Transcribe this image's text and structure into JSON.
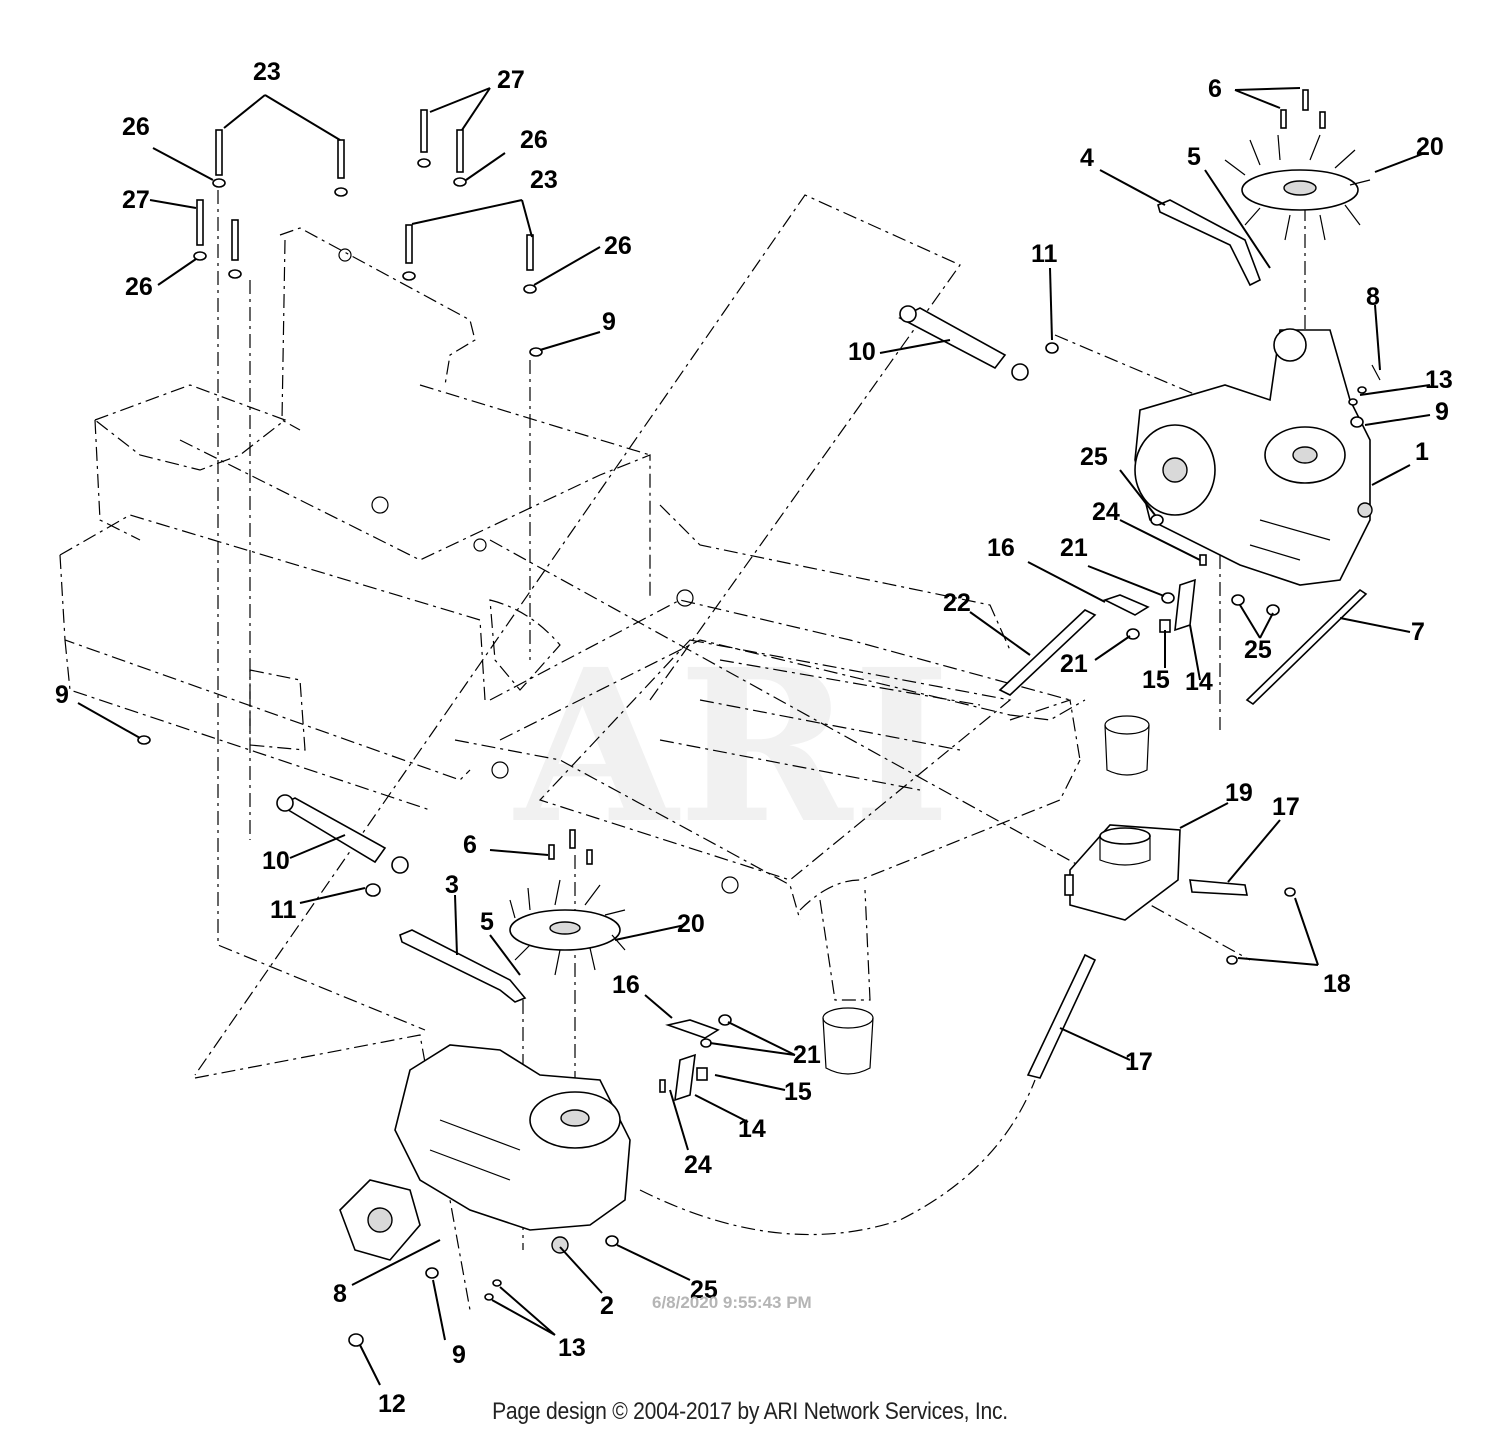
{
  "diagram": {
    "watermark": "ARI",
    "timestamp": "6/8/2020 9:55:43 PM",
    "callouts": [
      {
        "id": "c23a",
        "text": "23"
      },
      {
        "id": "c26a",
        "text": "26"
      },
      {
        "id": "c27a",
        "text": "27"
      },
      {
        "id": "c26b",
        "text": "26"
      },
      {
        "id": "c27b",
        "text": "27"
      },
      {
        "id": "c26c",
        "text": "26"
      },
      {
        "id": "c23b",
        "text": "23"
      },
      {
        "id": "c26d",
        "text": "26"
      },
      {
        "id": "c9a",
        "text": "9"
      },
      {
        "id": "c6a",
        "text": "6"
      },
      {
        "id": "c20a",
        "text": "20"
      },
      {
        "id": "c4",
        "text": "4"
      },
      {
        "id": "c5a",
        "text": "5"
      },
      {
        "id": "c11a",
        "text": "11"
      },
      {
        "id": "c10a",
        "text": "10"
      },
      {
        "id": "c8a",
        "text": "8"
      },
      {
        "id": "c13a",
        "text": "13"
      },
      {
        "id": "c9b",
        "text": "9"
      },
      {
        "id": "c1",
        "text": "1"
      },
      {
        "id": "c25a",
        "text": "25"
      },
      {
        "id": "c24a",
        "text": "24"
      },
      {
        "id": "c16a",
        "text": "16"
      },
      {
        "id": "c21a",
        "text": "21"
      },
      {
        "id": "c22",
        "text": "22"
      },
      {
        "id": "c21b",
        "text": "21"
      },
      {
        "id": "c15a",
        "text": "15"
      },
      {
        "id": "c14a",
        "text": "14"
      },
      {
        "id": "c25b",
        "text": "25"
      },
      {
        "id": "c7",
        "text": "7"
      },
      {
        "id": "c9c",
        "text": "9"
      },
      {
        "id": "c19",
        "text": "19"
      },
      {
        "id": "c17a",
        "text": "17"
      },
      {
        "id": "c18",
        "text": "18"
      },
      {
        "id": "c6b",
        "text": "6"
      },
      {
        "id": "c10b",
        "text": "10"
      },
      {
        "id": "c11b",
        "text": "11"
      },
      {
        "id": "c3",
        "text": "3"
      },
      {
        "id": "c5b",
        "text": "5"
      },
      {
        "id": "c20b",
        "text": "20"
      },
      {
        "id": "c16b",
        "text": "16"
      },
      {
        "id": "c21c",
        "text": "21"
      },
      {
        "id": "c15b",
        "text": "15"
      },
      {
        "id": "c14b",
        "text": "14"
      },
      {
        "id": "c24b",
        "text": "24"
      },
      {
        "id": "c17b",
        "text": "17"
      },
      {
        "id": "c8b",
        "text": "8"
      },
      {
        "id": "c25c",
        "text": "25"
      },
      {
        "id": "c2",
        "text": "2"
      },
      {
        "id": "c9d",
        "text": "9"
      },
      {
        "id": "c13b",
        "text": "13"
      },
      {
        "id": "c12",
        "text": "12"
      }
    ]
  },
  "footer": {
    "copyright": "Page design © 2004-2017 by ARI Network Services, Inc."
  }
}
